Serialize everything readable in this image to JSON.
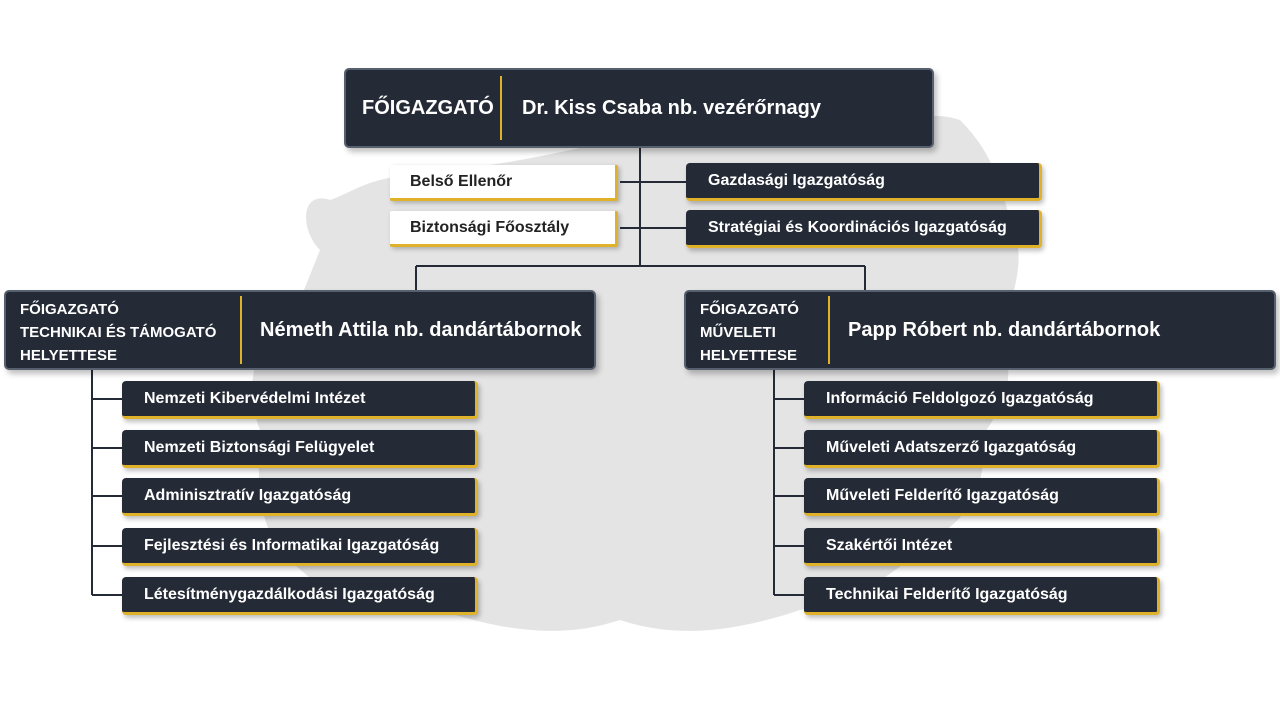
{
  "top": {
    "role": "FŐIGAZGATÓ",
    "name": "Dr. Kiss Csaba nb. vezérőrnagy"
  },
  "staff_left": [
    "Belső Ellenőr",
    "Biztonsági Főosztály"
  ],
  "staff_right": [
    "Gazdasági Igazgatóság",
    "Stratégiai és Koordinációs Igazgatóság"
  ],
  "deputy_left": {
    "role_lines": [
      "FŐIGAZGATÓ",
      "TECHNIKAI ÉS TÁMOGATÓ",
      "HELYETTESE"
    ],
    "name": "Németh Attila nb. dandártábornok",
    "units": [
      "Nemzeti Kibervédelmi Intézet",
      "Nemzeti Biztonsági Felügyelet",
      "Adminisztratív Igazgatóság",
      "Fejlesztési és Informatikai Igazgatóság",
      "Létesítménygazdálkodási Igazgatóság"
    ]
  },
  "deputy_right": {
    "role_lines": [
      "FŐIGAZGATÓ",
      "MŰVELETI",
      "HELYETTESE"
    ],
    "name": "Papp Róbert nb. dandártábornok",
    "units": [
      "Információ Feldolgozó Igazgatóság",
      "Műveleti Adatszerző Igazgatóság",
      "Műveleti Felderítő Igazgatóság",
      "Szakértői Intézet",
      "Technikai Felderítő Igazgatóság"
    ]
  },
  "colors": {
    "box": "#242a36",
    "accent": "#e0b22a",
    "line": "#242a36",
    "map": "#e4e4e4"
  }
}
